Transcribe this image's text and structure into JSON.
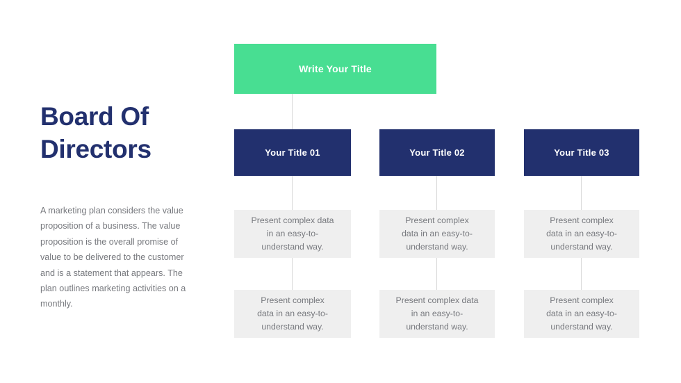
{
  "slide": {
    "background_color": "#ffffff",
    "title": "Board Of\nDirectors",
    "title_color": "#22306e",
    "body_text": "A marketing plan considers the value proposition of a business. The value proposition is the overall promise of value to be delivered to the customer and is a statement that appears. The plan outlines marketing activities on a monthly.",
    "body_color": "#77797e"
  },
  "chart_data": {
    "type": "diagram",
    "title": "Board Of Directors",
    "root": {
      "label": "Write Your Title",
      "color": "#48de92",
      "text_color": "#ffffff"
    },
    "columns": [
      {
        "title": "Your Title 01",
        "title_color": "#22306e",
        "rows": [
          "Present complex data\nin an easy-to-\nunderstand way.",
          "Present complex\ndata in an easy-to-\nunderstand way."
        ]
      },
      {
        "title": "Your Title 02",
        "title_color": "#22306e",
        "rows": [
          "Present complex\ndata in an easy-to-\nunderstand way.",
          "Present complex data\nin an easy-to-\nunderstand way."
        ]
      },
      {
        "title": "Your Title 03",
        "title_color": "#22306e",
        "rows": [
          "Present complex\ndata in an easy-to-\nunderstand way.",
          "Present complex\ndata in an easy-to-\nunderstand way."
        ]
      }
    ],
    "content_box_color": "#efefef",
    "content_text_color": "#77797e",
    "connector_color": "#d8d8d8"
  }
}
